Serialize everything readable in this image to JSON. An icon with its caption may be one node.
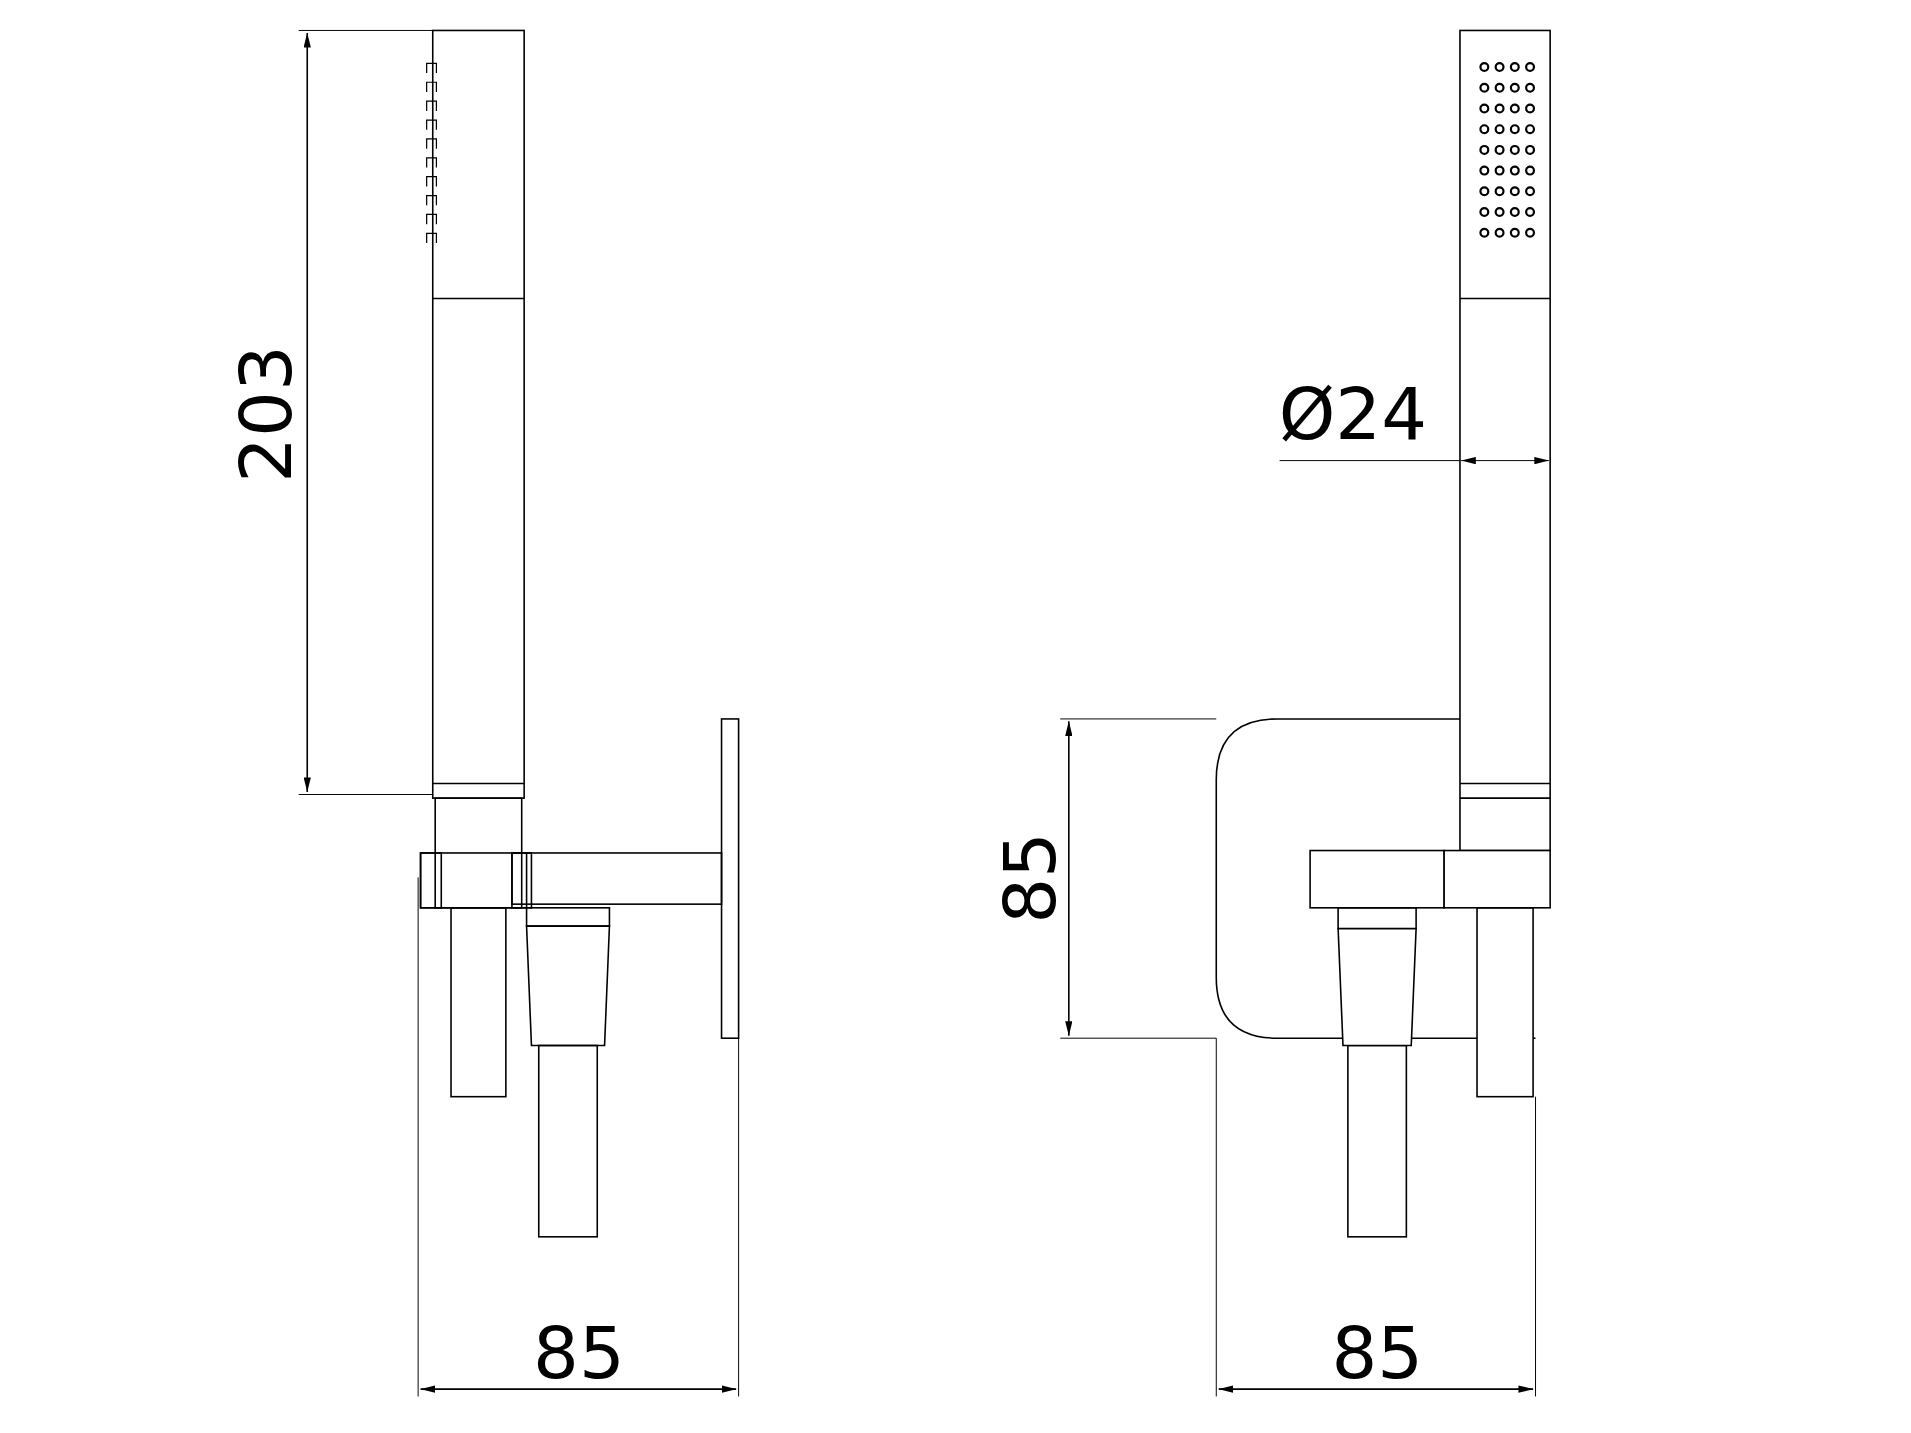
{
  "diagram": {
    "labels": [
      "203",
      "Ø24",
      "85",
      "85",
      "85"
    ]
  }
}
